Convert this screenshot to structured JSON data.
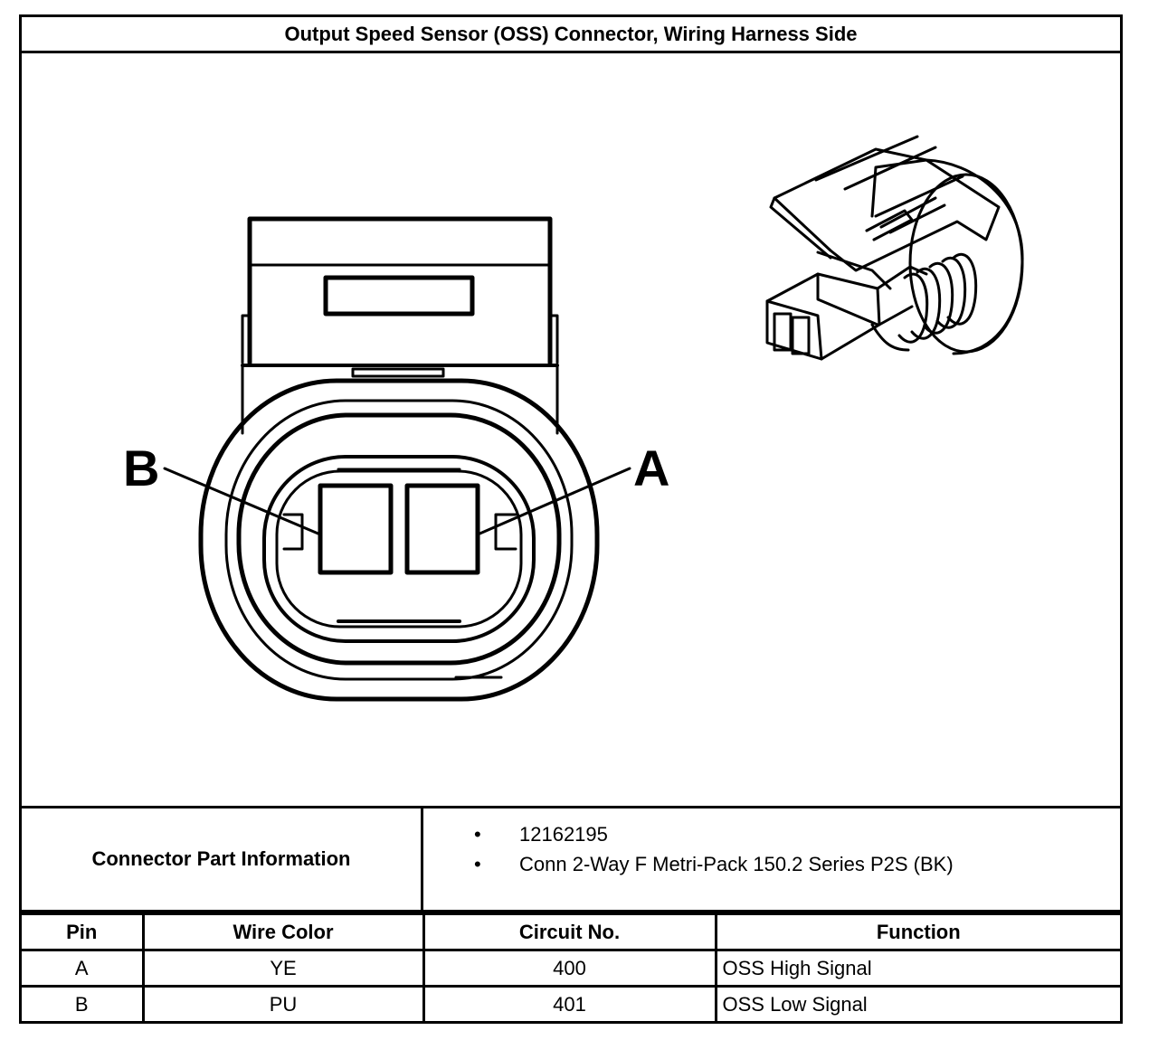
{
  "title": "Output Speed Sensor (OSS) Connector, Wiring Harness Side",
  "diagram": {
    "callouts": {
      "left": "B",
      "right": "A"
    }
  },
  "connector_info": {
    "label": "Connector Part Information",
    "items": [
      "12162195",
      "Conn 2-Way F Metri-Pack 150.2 Series P2S (BK)"
    ]
  },
  "pin_table": {
    "headers": [
      "Pin",
      "Wire Color",
      "Circuit No.",
      "Function"
    ],
    "rows": [
      [
        "A",
        "YE",
        "400",
        "OSS High Signal"
      ],
      [
        "B",
        "PU",
        "401",
        "OSS Low Signal"
      ]
    ]
  }
}
